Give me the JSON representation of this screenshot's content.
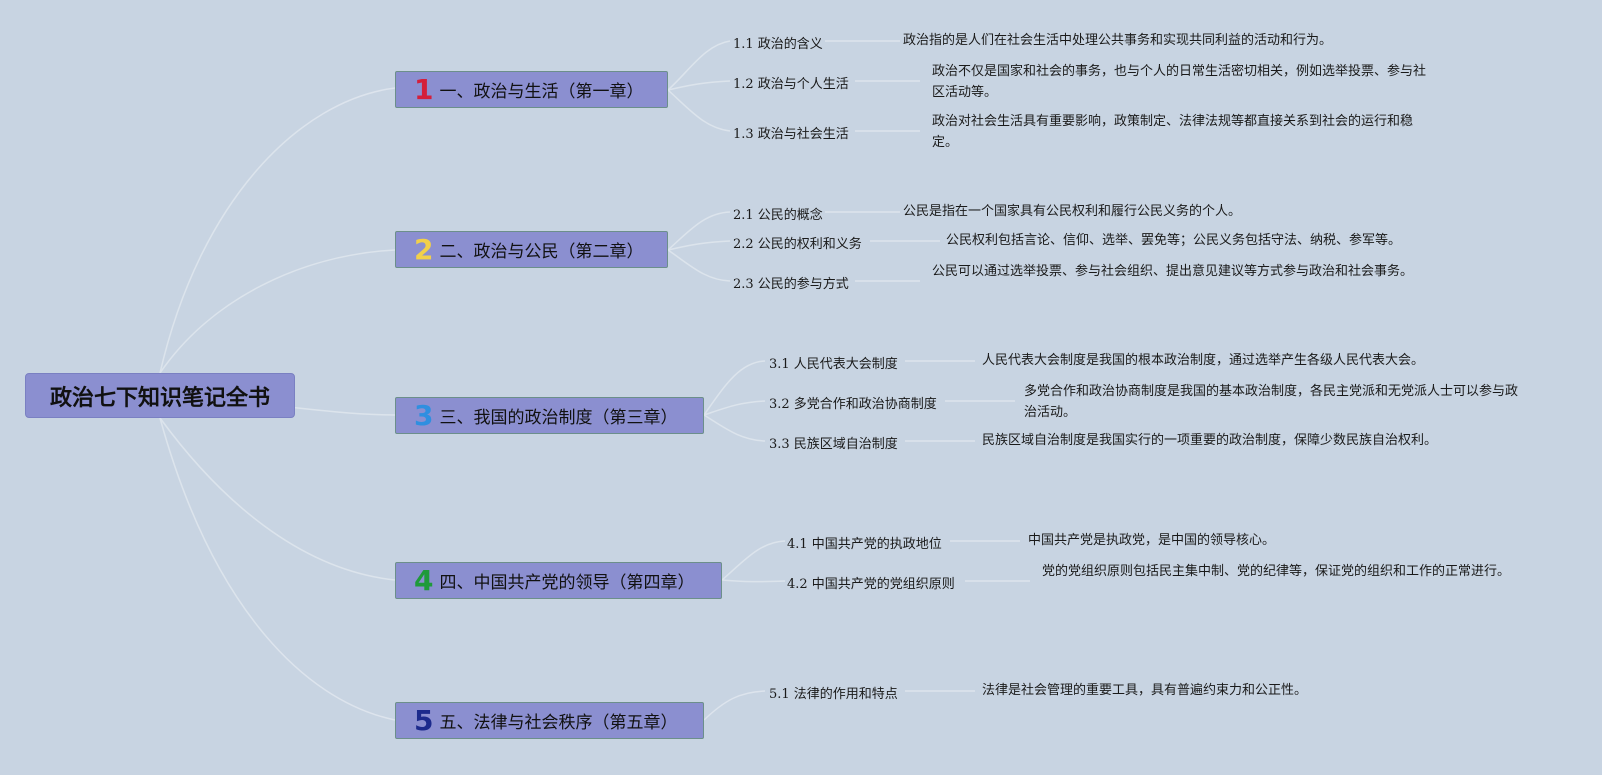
{
  "root": {
    "title": "政治七下知识笔记全书"
  },
  "chapters": [
    {
      "num": "1",
      "num_color": "#d41f3b",
      "title": "一、政治与生活（第一章）",
      "items": [
        {
          "label": "1.1 政治的含义",
          "desc": "政治指的是人们在社会生活中处理公共事务和实现共同利益的活动和行为。"
        },
        {
          "label": "1.2 政治与个人生活",
          "desc": "政治不仅是国家和社会的事务，也与个人的日常生活密切相关，例如选举投票、参与社区活动等。"
        },
        {
          "label": "1.3 政治与社会生活",
          "desc": "政治对社会生活具有重要影响，政策制定、法律法规等都直接关系到社会的运行和稳定。"
        }
      ]
    },
    {
      "num": "2",
      "num_color": "#f2d04a",
      "title": "二、政治与公民（第二章）",
      "items": [
        {
          "label": "2.1 公民的概念",
          "desc": "公民是指在一个国家具有公民权利和履行公民义务的个人。"
        },
        {
          "label": "2.2 公民的权利和义务",
          "desc": "公民权利包括言论、信仰、选举、罢免等；公民义务包括守法、纳税、参军等。"
        },
        {
          "label": "2.3 公民的参与方式",
          "desc": "公民可以通过选举投票、参与社会组织、提出意见建议等方式参与政治和社会事务。"
        }
      ]
    },
    {
      "num": "3",
      "num_color": "#2f8fe0",
      "title": "三、我国的政治制度（第三章）",
      "items": [
        {
          "label": "3.1 人民代表大会制度",
          "desc": "人民代表大会制度是我国的根本政治制度，通过选举产生各级人民代表大会。"
        },
        {
          "label": "3.2 多党合作和政治协商制度",
          "desc": "多党合作和政治协商制度是我国的基本政治制度，各民主党派和无党派人士可以参与政治活动。"
        },
        {
          "label": "3.3 民族区域自治制度",
          "desc": "民族区域自治制度是我国实行的一项重要的政治制度，保障少数民族自治权利。"
        }
      ]
    },
    {
      "num": "4",
      "num_color": "#1f9a3a",
      "title": "四、中国共产党的领导（第四章）",
      "items": [
        {
          "label": "4.1 中国共产党的执政地位",
          "desc": "中国共产党是执政党，是中国的领导核心。"
        },
        {
          "label": "4.2 中国共产党的党组织原则",
          "desc": "党的党组织原则包括民主集中制、党的纪律等，保证党的组织和工作的正常进行。"
        }
      ]
    },
    {
      "num": "5",
      "num_color": "#1c2a8c",
      "title": "五、法律与社会秩序（第五章）",
      "items": [
        {
          "label": "5.1 法律的作用和特点",
          "desc": "法律是社会管理的重要工具，具有普遍约束力和公正性。"
        }
      ]
    }
  ]
}
